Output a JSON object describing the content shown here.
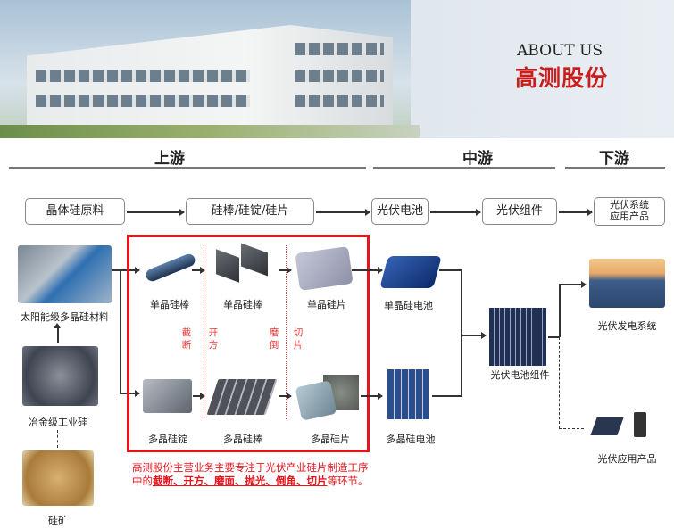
{
  "header": {
    "about": "ABOUT US",
    "brand": "高测股份"
  },
  "sections": {
    "upstream": "上游",
    "midstream": "中游",
    "downstream": "下游"
  },
  "chain": [
    "晶体硅原料",
    "硅棒/硅锭/硅片",
    "光伏电池",
    "光伏组件",
    "光伏系统应用产品"
  ],
  "raw": {
    "solar_poly": "太阳能级多晶硅材料",
    "metallurgical": "冶金级工业硅",
    "ore": "硅矿"
  },
  "process": {
    "mono": [
      "单晶硅棒",
      "单晶硅棒",
      "单晶硅片"
    ],
    "poly": [
      "多晶硅锭",
      "多晶硅棒",
      "多晶硅片"
    ],
    "steps": [
      "截断",
      "开方",
      "磨倒",
      "切片"
    ]
  },
  "cells": {
    "mono": "单晶硅电池",
    "poly": "多晶硅电池",
    "module": "光伏电池组件"
  },
  "apps": {
    "power": "光伏发电系统",
    "products": "光伏应用产品"
  },
  "description": {
    "prefix": "高测股份主营业务主要专注于光伏产业硅片制造工序中的",
    "highlight": "截断、开方、磨面、抛光、倒角、切片",
    "suffix": "等环节。"
  },
  "colors": {
    "brand_red": "#e8141c"
  }
}
